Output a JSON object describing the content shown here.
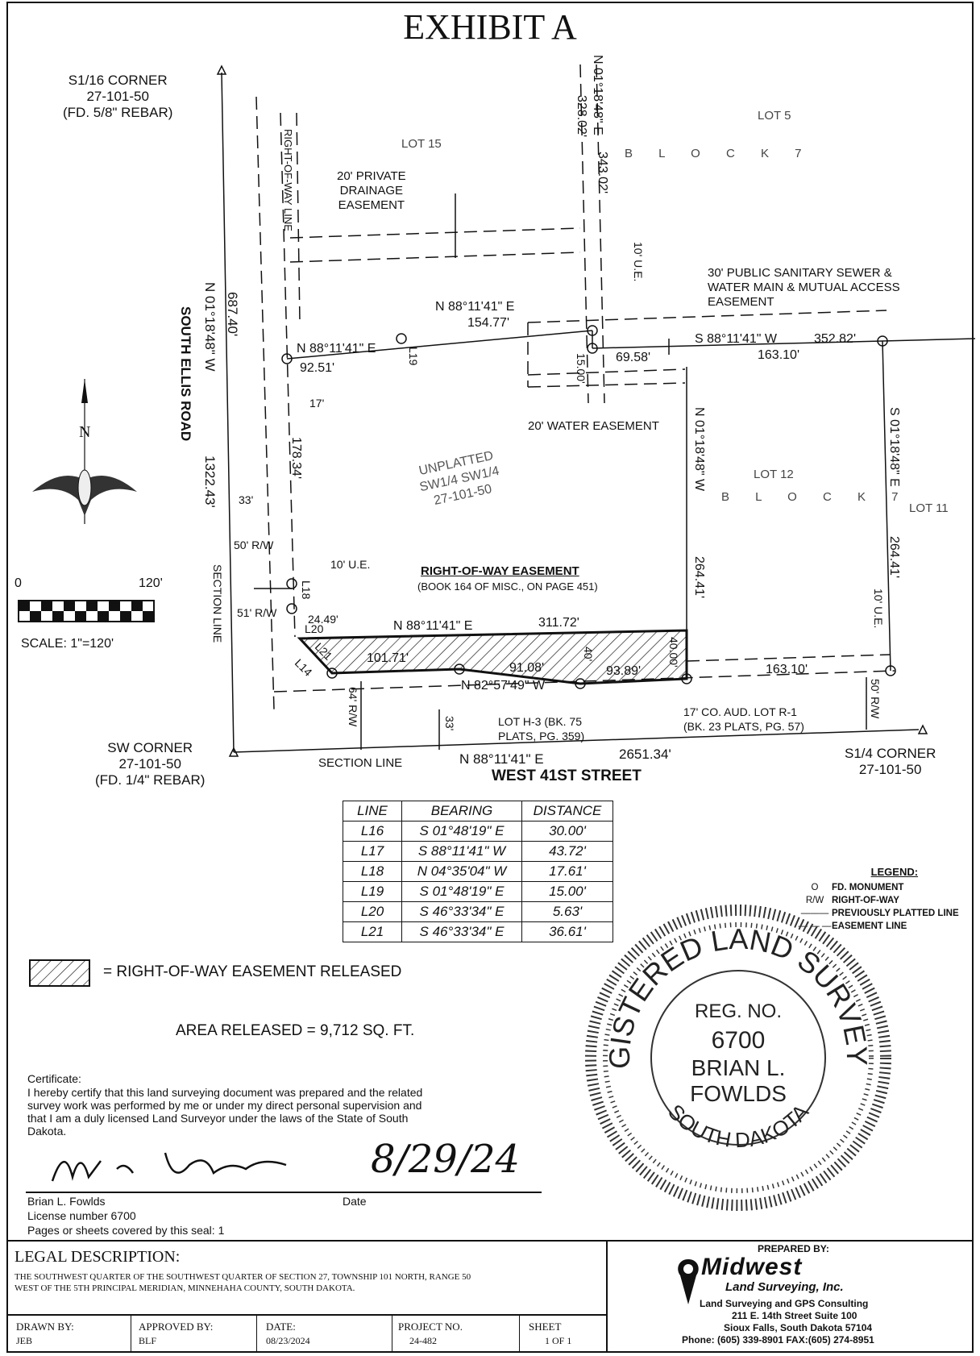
{
  "title": "EXHIBIT A",
  "map": {
    "s116_corner": [
      "S1/16 CORNER",
      "27-101-50",
      "(FD. 5/8\" REBAR)"
    ],
    "sw_corner": [
      "SW CORNER",
      "27-101-50",
      "(FD. 1/4\" REBAR)"
    ],
    "s14_corner": [
      "S1/4 CORNER",
      "27-101-50"
    ],
    "lot15": "LOT 15",
    "lot5": "LOT 5",
    "block7_top": "B L O C K   7",
    "lot12": "LOT 12",
    "block7_mid": "B L O C K   7",
    "lot11": "LOT 11",
    "unplatted": [
      "UNPLATTED",
      "SW1/4 SW1/4",
      "27-101-50"
    ],
    "drainage": [
      "20' PRIVATE",
      "DRAINAGE",
      "EASEMENT"
    ],
    "sewer": [
      "30' PUBLIC SANITARY SEWER &",
      "WATER MAIN & MUTUAL ACCESS",
      "EASEMENT"
    ],
    "water_easement": "20' WATER EASEMENT",
    "row_easement_title": "RIGHT-OF-WAY EASEMENT",
    "row_easement_sub": "(BOOK 164 OF MISC., ON PAGE 451)",
    "south_ellis": "SOUTH ELLIS ROAD",
    "west41": "WEST 41ST STREET",
    "section_line_v": "SECTION LINE",
    "section_line_h": "SECTION LINE",
    "row_line": "RIGHT-OF-WAY LINE",
    "dims": {
      "top_bearing_v": "N 01°18'48\" E",
      "top_328": "328.02'",
      "top_343": "343.02'",
      "ue_10_top": "10' U.E.",
      "n881141_154": "N 88°11'41\" E",
      "d15477": "154.77'",
      "d1500": "15.00'",
      "d6958": "69.58'",
      "s881141_352": "S 88°11'41\" W",
      "d35282": "352.82'",
      "d16310_top": "163.10'",
      "n881141_92": "N 88°11'41\" E",
      "d9251": "92.51'",
      "l19": "L19",
      "d17": "17'",
      "d17834": "178.34'",
      "west_bearing": "N 01°18'48\" W",
      "d68740": "687.40'",
      "d132243": "1322.43'",
      "d33": "33'",
      "row50": "50' R/W",
      "ue_10_left": "10' U.E.",
      "l18": "L18",
      "row51": "51' R/W",
      "d2449": "24.49'",
      "l20": "L20",
      "l21": "L21",
      "l14": "L14",
      "n881141_311": "N 88°11'41\" E",
      "d31172": "311.72'",
      "d10171": "101.71'",
      "d9108": "91.08'",
      "d40": "40'",
      "d4000": "40.00'",
      "d9389": "93.89'",
      "n825749": "N 82°57'49\" W",
      "mid_bearing": "N 01°18'48\" W",
      "d26441_mid": "264.41'",
      "east_bearing": "S 01°18'48\" E",
      "d26441_right": "264.41'",
      "ue_10_right": "10' U.E.",
      "d16310_bot": "163.10'",
      "row50_right": "50' R/W",
      "row64": "64' R/W",
      "d33_bot": "33'",
      "lot_h3": [
        "LOT H-3 (BK. 75",
        "PLATS, PG. 359)"
      ],
      "co_aud": [
        "17' CO. AUD. LOT R-1",
        "(BK. 23 PLATS, PG. 57)"
      ],
      "bottom_bearing": "N 88°11'41\" E",
      "d265134": "2651.34'"
    }
  },
  "north_label": "N",
  "scale": {
    "zero": "0",
    "max": "120'",
    "text": "SCALE: 1\"=120'"
  },
  "line_table": {
    "headers": [
      "LINE",
      "BEARING",
      "DISTANCE"
    ],
    "rows": [
      [
        "L16",
        "S 01°48'19\" E",
        "30.00'"
      ],
      [
        "L17",
        "S 88°11'41\" W",
        "43.72'"
      ],
      [
        "L18",
        "N 04°35'04\" W",
        "17.61'"
      ],
      [
        "L19",
        "S 01°48'19\" E",
        "15.00'"
      ],
      [
        "L20",
        "S 46°33'34\" E",
        "5.63'"
      ],
      [
        "L21",
        "S 46°33'34\" E",
        "36.61'"
      ]
    ]
  },
  "legend": {
    "title": "LEGEND:",
    "items": [
      {
        "sym": "O",
        "label": "FD. MONUMENT"
      },
      {
        "sym": "R/W",
        "label": "RIGHT-OF-WAY"
      },
      {
        "sym": "———",
        "label": "PREVIOUSLY PLATTED LINE"
      },
      {
        "sym": "— — —",
        "label": "EASEMENT LINE"
      }
    ]
  },
  "hatch_label": "= RIGHT-OF-WAY EASEMENT RELEASED",
  "area": "AREA RELEASED = 9,712 SQ. FT.",
  "certificate": {
    "heading": "Certificate:",
    "body": "I hereby certify that this land surveying document was prepared and the related\nsurvey work was performed by me or under my direct personal supervision and\nthat I am a duly licensed Land Surveyor under the laws of the State of South\nDakota.",
    "signature_date": "8/29/24",
    "name": "Brian L. Fowlds",
    "date_label": "Date",
    "license": "License number 6700",
    "pages": "Pages or sheets covered by this seal: 1"
  },
  "seal": {
    "outer": "REGISTERED LAND SURVEYOR",
    "bottom": "SOUTH DAKOTA",
    "reg": "REG. NO.",
    "number": "6700",
    "name1": "BRIAN L.",
    "name2": "FOWLDS"
  },
  "legal": {
    "heading": "LEGAL DESCRIPTION:",
    "text1": "THE SOUTHWEST QUARTER OF THE SOUTHWEST QUARTER OF SECTION 27, TOWNSHIP 101 NORTH, RANGE 50",
    "text2": "WEST OF THE 5TH PRINCIPAL MERIDIAN, MINNEHAHA COUNTY, SOUTH DAKOTA."
  },
  "title_block": {
    "drawn_by_label": "DRAWN BY:",
    "drawn_by": "JEB",
    "approved_by_label": "APPROVED BY:",
    "approved_by": "BLF",
    "date_label": "DATE:",
    "date": "08/23/2024",
    "project_label": "PROJECT NO.",
    "project": "24-482",
    "sheet_label": "SHEET",
    "sheet": "1 OF 1"
  },
  "company": {
    "prepared_by": "PREPARED BY:",
    "name": "Midwest",
    "sub": "Land Surveying, Inc.",
    "line1": "Land Surveying and GPS Consulting",
    "line2": "211 E. 14th Street  Suite 100",
    "line3": "Sioux Falls, South Dakota  57104",
    "line4": "Phone: (605) 339-8901  FAX:(605) 274-8951"
  }
}
